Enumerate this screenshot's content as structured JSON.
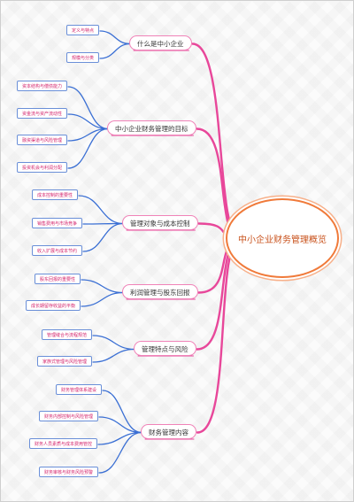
{
  "root": "中小企业财务管理概览",
  "branches": [
    {
      "label": "什么是中小企业",
      "children": [
        "定义与特点",
        "规模与分类"
      ]
    },
    {
      "label": "中小企业财务管理的目标",
      "children": [
        "资本结构与偿债能力",
        "资金流与资产流动性",
        "融资渠道与风险管理",
        "投资机会与利润分配"
      ]
    },
    {
      "label": "管理对象与成本控制",
      "children": [
        "成本控制的重要性",
        "销售费用与市场竞争",
        "收入扩展与成本节约"
      ]
    },
    {
      "label": "利润管理与股东回报",
      "children": [
        "股东回报的重要性",
        "成长期留存收益的平衡"
      ]
    },
    {
      "label": "管理特点与风险",
      "children": [
        "管理缝合与流程规范",
        "家族式管理与风险管理"
      ]
    },
    {
      "label": "财务管理内容",
      "children": [
        "财务管理体系建设",
        "财务内部控制与风险管理",
        "财务人员素质与成本费用管控",
        "财务审核与财务风险预警"
      ]
    }
  ],
  "colors": {
    "main_link": "#e8479a",
    "sub_link": "#3a6fd4",
    "root_border": "#f07a3a"
  }
}
